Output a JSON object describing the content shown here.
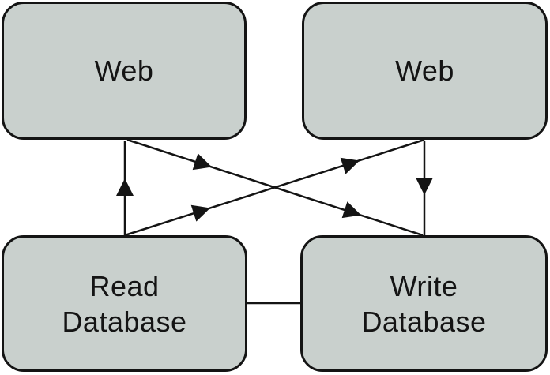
{
  "diagram": {
    "background_color": "#ffffff",
    "node_fill_color": "#c9d0cd",
    "node_border_color": "#141414",
    "line_color": "#141414",
    "nodes": [
      {
        "id": "web-top-left",
        "label": "Web"
      },
      {
        "id": "web-top-right",
        "label": "Web"
      },
      {
        "id": "read-database",
        "label": "Read Database"
      },
      {
        "id": "write-database",
        "label": "Write Database"
      }
    ],
    "edges": [
      {
        "from": "read-database",
        "to": "web-top-left",
        "type": "arrow",
        "arrowheads": 1,
        "shape": "vertical-up"
      },
      {
        "from": "web-top-right",
        "to": "write-database",
        "type": "arrow",
        "arrowheads": 1,
        "shape": "vertical-down"
      },
      {
        "from": "web-top-left",
        "to": "write-database",
        "type": "arrow",
        "arrowheads": 2,
        "shape": "diagonal-down-right"
      },
      {
        "from": "read-database",
        "to": "web-top-right",
        "type": "arrow",
        "arrowheads": 2,
        "shape": "diagonal-up-right"
      },
      {
        "from": "read-database",
        "to": "write-database",
        "type": "plain-line",
        "arrowheads": 0,
        "shape": "horizontal"
      }
    ]
  }
}
